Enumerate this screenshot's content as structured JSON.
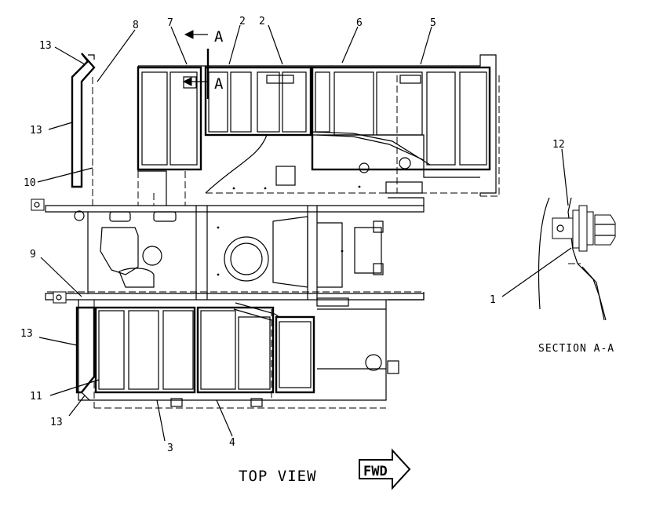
{
  "callouts": {
    "c1": "1",
    "c2a": "2",
    "c2b": "2",
    "c3": "3",
    "c4": "4",
    "c5": "5",
    "c6": "6",
    "c7": "7",
    "c8": "8",
    "c9": "9",
    "c10": "10",
    "c11": "11",
    "c12": "12",
    "c13a": "13",
    "c13b": "13",
    "c13c": "13",
    "c13d": "13"
  },
  "section_marks": {
    "top": "A",
    "bottom": "A"
  },
  "captions": {
    "section_view": "SECTION A-A",
    "top_view": "TOP VIEW",
    "fwd": "FWD"
  }
}
